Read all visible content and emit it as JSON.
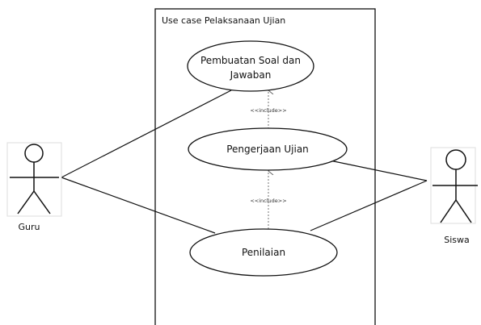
{
  "system": {
    "title": "Use case Pelaksanaan Ujian"
  },
  "use_cases": {
    "soal": {
      "line1": "Pembuatan Soal dan",
      "line2": "Jawaban"
    },
    "pengerjaan": {
      "label": "Pengerjaan Ujian"
    },
    "penilaian": {
      "label": "Penilaian"
    }
  },
  "actors": {
    "guru": {
      "label": "Guru"
    },
    "siswa": {
      "label": "Siswa"
    }
  },
  "relations": {
    "include_top": "<<include>>",
    "include_bottom": "<<include>>"
  }
}
